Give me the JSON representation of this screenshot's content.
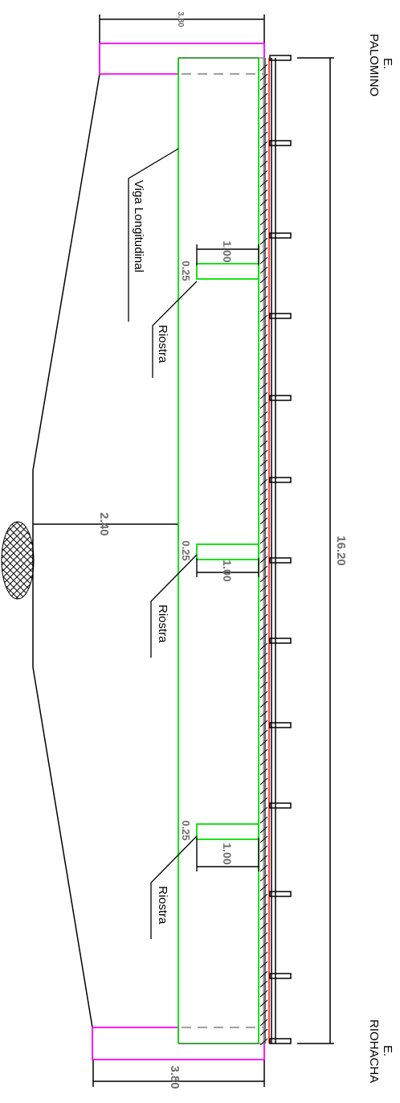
{
  "colors": {
    "green": "#00e000",
    "magenta": "#ff00ff",
    "red": "#ff0000",
    "black": "#000000",
    "dimension_text": "#6e6e6e",
    "hidden_line": "#808080"
  },
  "stations": {
    "top_prefix": "E.",
    "top_name": "PALOMINO",
    "bottom_prefix": "E.",
    "bottom_name": "RIOHACHA"
  },
  "labels": {
    "longitudinal_beam": "Viga  Longitudinal",
    "brace_1": "Riostra",
    "brace_2": "Riostra",
    "brace_3": "Riostra"
  },
  "dimensions": {
    "top_support_width": "3.80",
    "bottom_support_width": "3.80",
    "total_length": "16.20",
    "pier_height": "2.40",
    "brace_1_spacing": "1.00",
    "brace_2_spacing": "1.00",
    "brace_3_spacing": "1.00",
    "brace_1_thickness": "0.25",
    "brace_2_thickness": "0.25",
    "brace_3_thickness": "0.25"
  }
}
